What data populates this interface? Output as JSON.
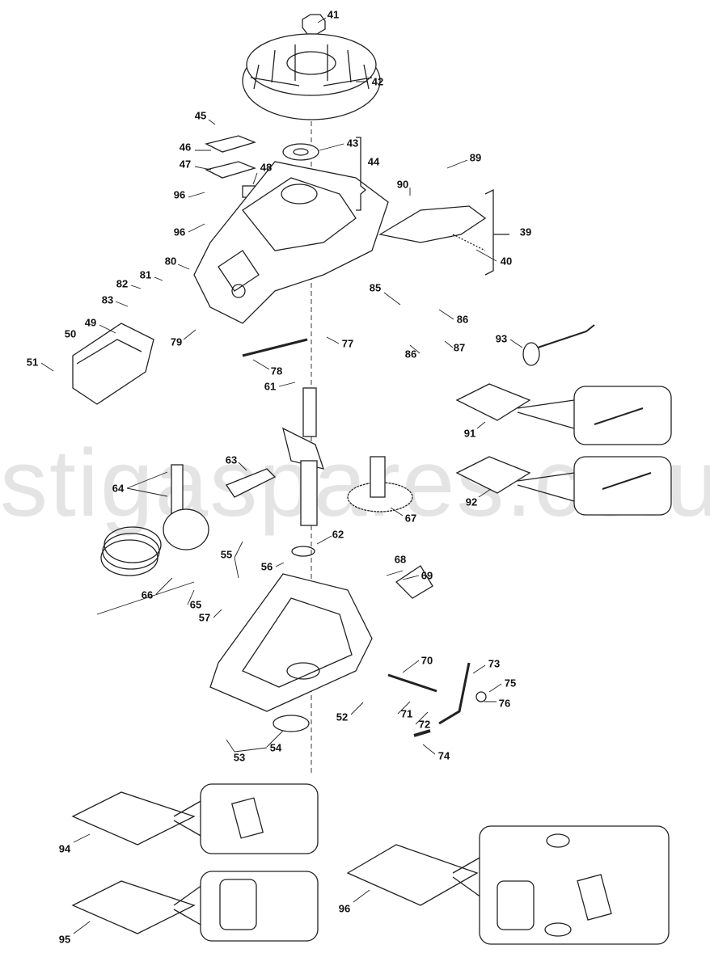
{
  "watermark": "stigaspares.co.uk",
  "callouts": {
    "p41": "41",
    "p42": "42",
    "p45": "45",
    "p43": "43",
    "p46": "46",
    "p44": "44",
    "p89": "89",
    "p47": "47",
    "p48": "48",
    "p90": "90",
    "p96a": "96",
    "p96b": "96",
    "p39": "39",
    "p80": "80",
    "p40": "40",
    "p81": "81",
    "p82": "82",
    "p85": "85",
    "p83": "83",
    "p86a": "86",
    "p49": "49",
    "p50": "50",
    "p79": "79",
    "p77": "77",
    "p93": "93",
    "p51": "51",
    "p86b": "86",
    "p87": "87",
    "p78": "78",
    "p61": "61",
    "p91": "91",
    "p63": "63",
    "p64": "64",
    "p92": "92",
    "p67": "67",
    "p62": "62",
    "p55": "55",
    "p68": "68",
    "p56": "56",
    "p69": "69",
    "p66": "66",
    "p65": "65",
    "p57": "57",
    "p70": "70",
    "p73": "73",
    "p75": "75",
    "p76": "76",
    "p71": "71",
    "p52": "52",
    "p72": "72",
    "p54": "54",
    "p53": "53",
    "p74": "74",
    "p94": "94",
    "p96c": "96",
    "p95": "95"
  },
  "colors": {
    "line": "#222222",
    "watermark": "#e4e4e4"
  }
}
